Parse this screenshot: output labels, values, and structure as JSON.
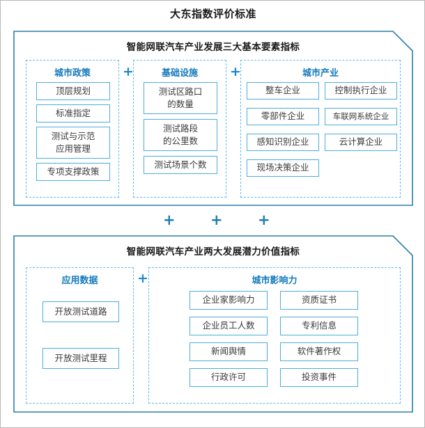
{
  "page": {
    "title": "大东指数评价标准",
    "accent_blue": "#1479bd",
    "chip_border": "#4aadde",
    "dashed_blue": "#5bbced",
    "frame_gray": "#b8b8b8",
    "plus_symbol": "+"
  },
  "sections": [
    {
      "id": "basic-elements",
      "title": "智能网联汽车产业发展三大基本要素指标",
      "columns": [
        {
          "id": "city-policy",
          "title": "城市政策",
          "items": [
            {
              "label": "顶层规划"
            },
            {
              "label": "标准指定"
            },
            {
              "label": "测试与示范\n应用管理"
            },
            {
              "label": "专项支撑政策"
            }
          ]
        },
        {
          "id": "infrastructure",
          "title": "基础设施",
          "items": [
            {
              "label": "测试区路口\n的数量"
            },
            {
              "label": "测试路段\n的公里数"
            },
            {
              "label": "测试场景个数"
            }
          ]
        },
        {
          "id": "city-industry",
          "title": "城市产业",
          "items_left": [
            {
              "label": "整车企业"
            },
            {
              "label": "零部件企业"
            },
            {
              "label": "感知识别企业"
            },
            {
              "label": "现场决策企业"
            }
          ],
          "items_right": [
            {
              "label": "控制执行企业"
            },
            {
              "label": "车联网系统企业"
            },
            {
              "label": "云计算企业"
            }
          ]
        }
      ]
    },
    {
      "id": "potential-value",
      "title": "智能网联汽车产业两大发展潜力价值指标",
      "columns": [
        {
          "id": "application-data",
          "title": "应用数据",
          "items": [
            {
              "label": "开放测试道路"
            },
            {
              "label": "开放测试里程"
            }
          ]
        },
        {
          "id": "city-influence",
          "title": "城市影响力",
          "items_left": [
            {
              "label": "企业家影响力"
            },
            {
              "label": "企业员工人数"
            },
            {
              "label": "新闻舆情"
            },
            {
              "label": "行政许可"
            }
          ],
          "items_right": [
            {
              "label": "资质证书"
            },
            {
              "label": "专利信息"
            },
            {
              "label": "软件著作权"
            },
            {
              "label": "投资事件"
            }
          ]
        }
      ]
    }
  ],
  "separators": {
    "between_sections": [
      "+",
      "+",
      "+"
    ],
    "top_section_inner": [
      "+",
      "+"
    ],
    "bottom_section_inner": [
      "+"
    ]
  }
}
